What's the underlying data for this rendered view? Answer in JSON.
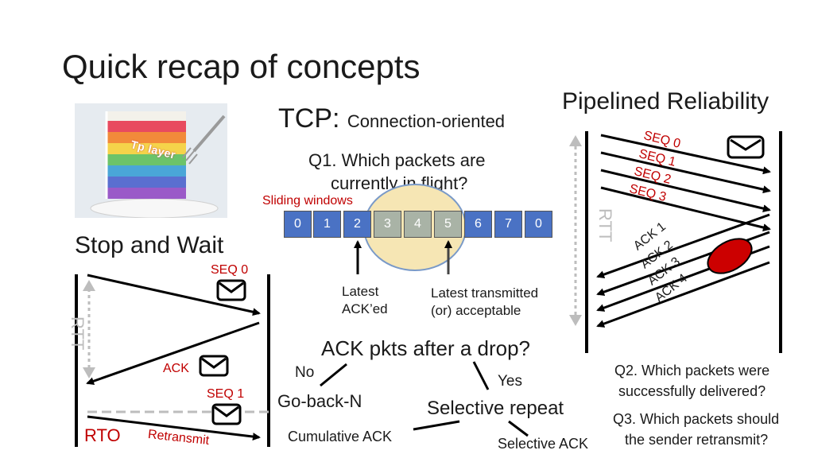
{
  "slide": {
    "title": "Quick recap of concepts",
    "cake_label": "Tp layer"
  },
  "tcp": {
    "heading": "TCP:",
    "subheading": "Connection-oriented",
    "q1": [
      "Q1. Which packets are",
      "currently in flight?"
    ],
    "sliding_windows_label": "Sliding windows",
    "window_cells": [
      {
        "label": "0",
        "state": "acked"
      },
      {
        "label": "1",
        "state": "acked"
      },
      {
        "label": "2",
        "state": "acked"
      },
      {
        "label": "3",
        "state": "in-flight"
      },
      {
        "label": "4",
        "state": "in-flight"
      },
      {
        "label": "5",
        "state": "in-flight"
      },
      {
        "label": "6",
        "state": "pending"
      },
      {
        "label": "7",
        "state": "pending"
      },
      {
        "label": "0",
        "state": "pending"
      }
    ],
    "latest_acked": [
      "Latest",
      "ACK’ed"
    ],
    "latest_transmitted": [
      "Latest transmitted",
      "(or) acceptable"
    ],
    "ack_question": "ACK pkts after a drop?",
    "no_label": "No",
    "yes_label": "Yes",
    "go_back_n": "Go-back-N",
    "selective_repeat": "Selective repeat",
    "cumulative_ack": "Cumulative ACK",
    "selective_ack": "Selective ACK"
  },
  "stop_and_wait": {
    "title": "Stop and Wait",
    "seq0": "SEQ 0",
    "ack": "ACK",
    "seq1": "SEQ 1",
    "rtt": "RTT",
    "rto": "RTO",
    "retransmit": "Retransmit"
  },
  "pipelined": {
    "title": "Pipelined Reliability",
    "seq_labels": [
      "SEQ 0",
      "SEQ 1",
      "SEQ 2",
      "SEQ 3"
    ],
    "ack_labels": [
      "ACK 1",
      "ACK 2",
      "ACK 3",
      "ACK 4"
    ],
    "rtt": "RTT",
    "q2": [
      "Q2. Which packets were",
      "successfully delivered?"
    ],
    "q3": [
      "Q3. Which packets should",
      "the sender retransmit?"
    ]
  },
  "colors": {
    "label_red": "#c00000",
    "window_blue": "#4a72c4",
    "window_grey": "#a9b3a6",
    "highlight_fill": "#f6e6b4",
    "highlight_stroke": "#7a9ac8",
    "drop_red": "#cc0000"
  }
}
